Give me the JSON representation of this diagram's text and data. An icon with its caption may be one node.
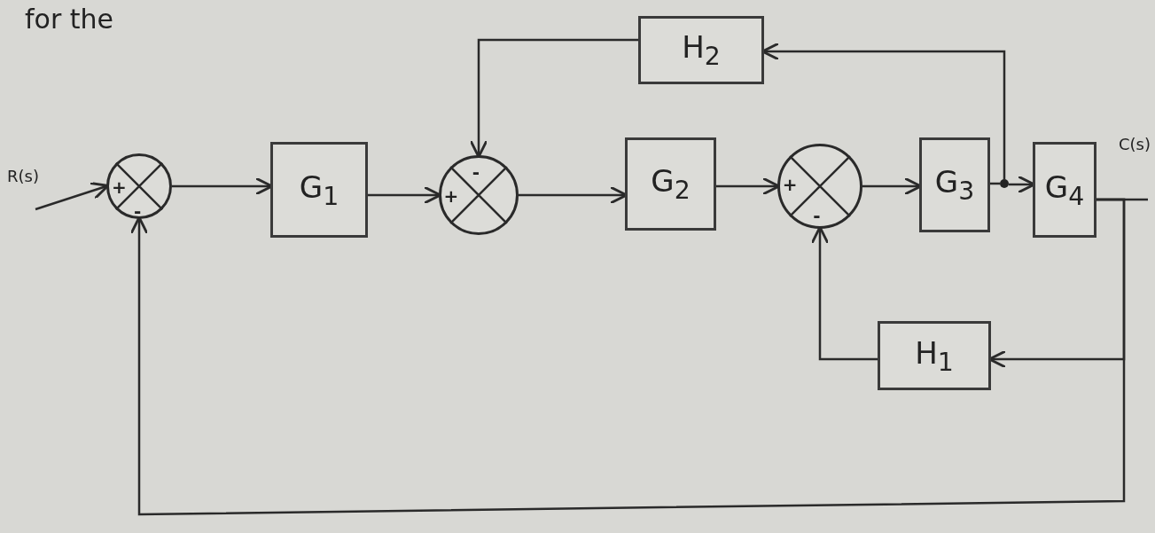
{
  "diagram": {
    "nodes": [
      {
        "text": [
          "+",
          "-"
        ]
      },
      {
        "text": [
          "G$_{1}$"
        ]
      },
      {
        "text": [
          "-",
          "+"
        ]
      },
      {
        "text": [
          "G$_{2}$"
        ]
      },
      {
        "text": [
          "+",
          "-"
        ]
      },
      {
        "text": [
          "G$_{3}$"
        ]
      },
      {
        "text": [],
        "shape": "circle"
      },
      {
        "text": [
          "G$_{4}$"
        ]
      },
      {
        "text": [
          "H$_{2}$"
        ]
      },
      {
        "text": [
          "H$_{1}$"
        ]
      }
    ],
    "edges": [
      {
        "from": null,
        "to": 0,
        "arrow": "to"
      },
      {
        "from": 0,
        "to": 1,
        "arrow": "to"
      },
      {
        "from": 1,
        "to": 2,
        "arrow": "to"
      },
      {
        "from": 2,
        "to": 3,
        "arrow": "to"
      },
      {
        "from": 3,
        "to": 4,
        "arrow": "to"
      },
      {
        "from": 4,
        "to": 5,
        "arrow": "to"
      },
      {
        "from": 5,
        "to": 6,
        "arrow": "none"
      },
      {
        "from": 6,
        "to": 7,
        "arrow": "to"
      },
      {
        "from": 6,
        "to": 8,
        "arrow": "to"
      },
      {
        "from": 8,
        "to": 2,
        "arrow": "to"
      },
      {
        "from": 7,
        "to": null,
        "arrow": "none"
      },
      {
        "from": 7,
        "to": 9,
        "arrow": "to"
      },
      {
        "from": 9,
        "to": 4,
        "arrow": "to"
      },
      {
        "from": 7,
        "to": 0,
        "arrow": "to"
      }
    ],
    "labels": [
      "for the",
      "R(s)",
      "C(s)"
    ]
  }
}
